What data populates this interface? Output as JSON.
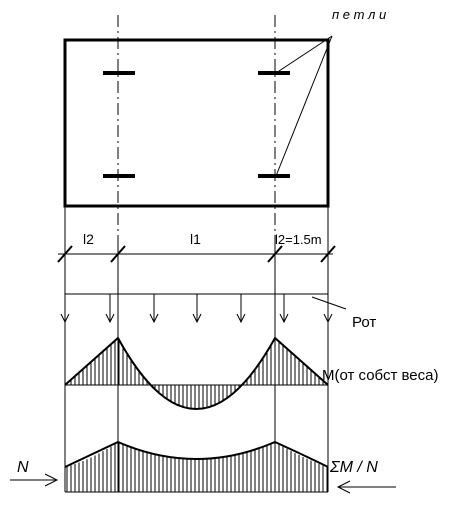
{
  "labels": {
    "petli": "п е т л и",
    "l2_left": "l2",
    "l1": "l1",
    "l2_right": "l2=1.5m",
    "p_ot": "Рот",
    "moment": "M(от собст веса)",
    "n_left": "N",
    "sum_mn": "ΣM / N"
  }
}
